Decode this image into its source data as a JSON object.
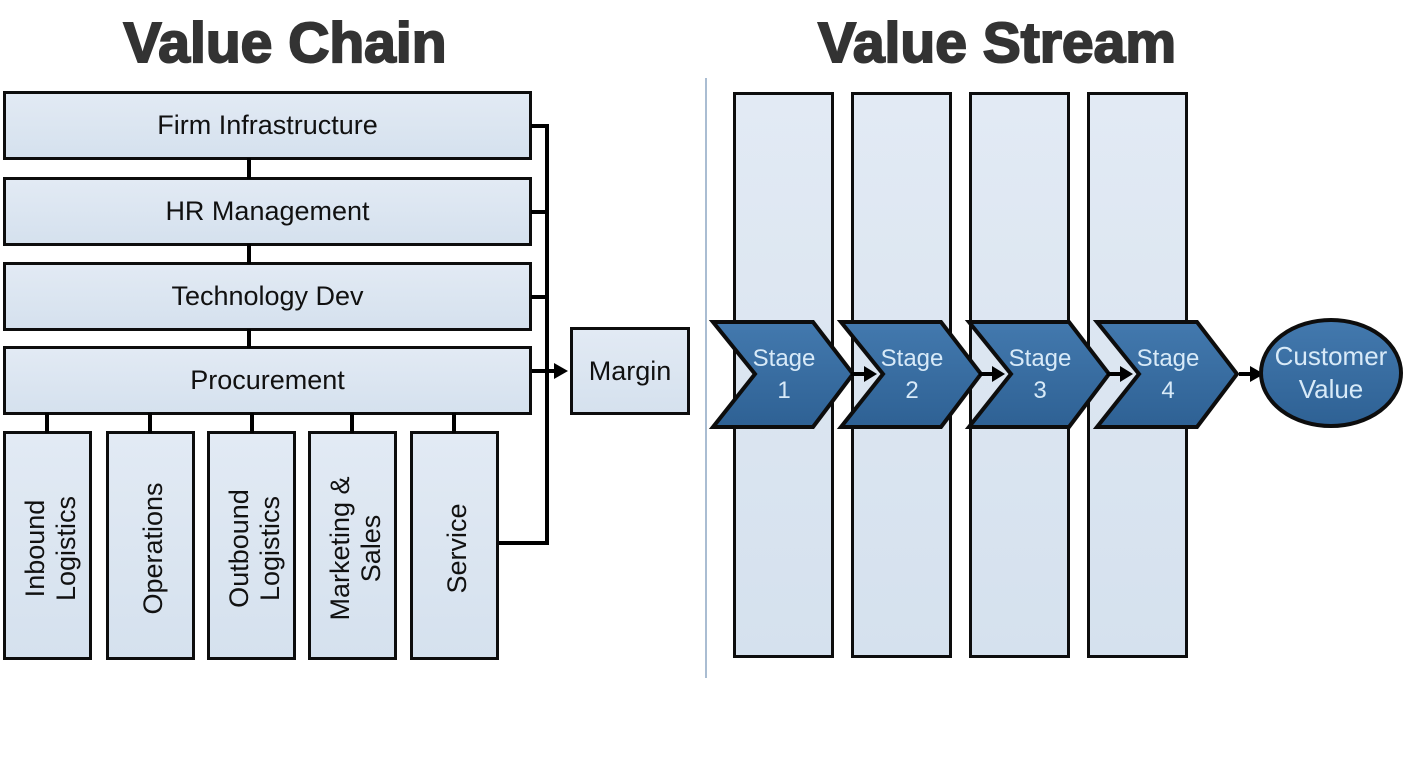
{
  "colors": {
    "title_color": "#333333",
    "box_fill": "#d5e1ee",
    "box_fill_light": "#e2eaf4",
    "shape_blue_light": "#4379ae",
    "shape_blue_dark": "#2e6194",
    "outline": "#0d0d0d",
    "stage_text": "#d8eaf8",
    "divider": "#aabdd2"
  },
  "value_chain": {
    "title": "Value Chain",
    "support_activities": [
      "Firm Infrastructure",
      "HR Management",
      "Technology Dev",
      "Procurement"
    ],
    "primary_activities": [
      "Inbound Logistics",
      "Operations",
      "Outbound Logistics",
      "Marketing & Sales",
      "Service"
    ],
    "margin_label": "Margin"
  },
  "value_stream": {
    "title": "Value Stream",
    "stages": [
      "Stage 1",
      "Stage 2",
      "Stage 3",
      "Stage 4"
    ],
    "customer_label": "Customer Value"
  }
}
